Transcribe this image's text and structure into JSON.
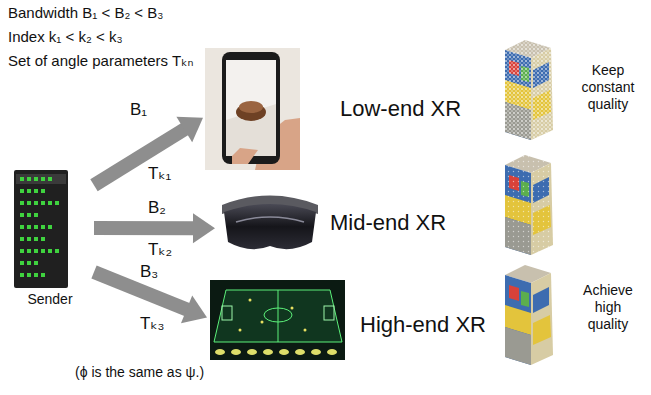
{
  "diagram": {
    "nodes": [
      {
        "text": [
          "Sender"
        ]
      },
      {
        "text": [
          "Low-end XR"
        ]
      },
      {
        "text": [
          "Mid-end XR"
        ]
      },
      {
        "text": [
          "High-end XR"
        ]
      }
    ],
    "edges": [
      {
        "from": 0,
        "to": 1,
        "arrow": "to"
      },
      {
        "from": 0,
        "to": 2,
        "arrow": "to"
      },
      {
        "from": 0,
        "to": 3,
        "arrow": "to"
      }
    ],
    "labels": [
      "Bandwidth B₁ < B₂ < B₃",
      "Index k₁ < k₂ < k₃",
      "Set of angle parameters Tₖₙ",
      "B₁",
      "Tₖ₁",
      "B₂",
      "Tₖ₂",
      "B₃",
      "Tₖ₃",
      "Keep constant quality",
      "Achieve high quality",
      "(ϕ is the same as ψ.)"
    ]
  }
}
